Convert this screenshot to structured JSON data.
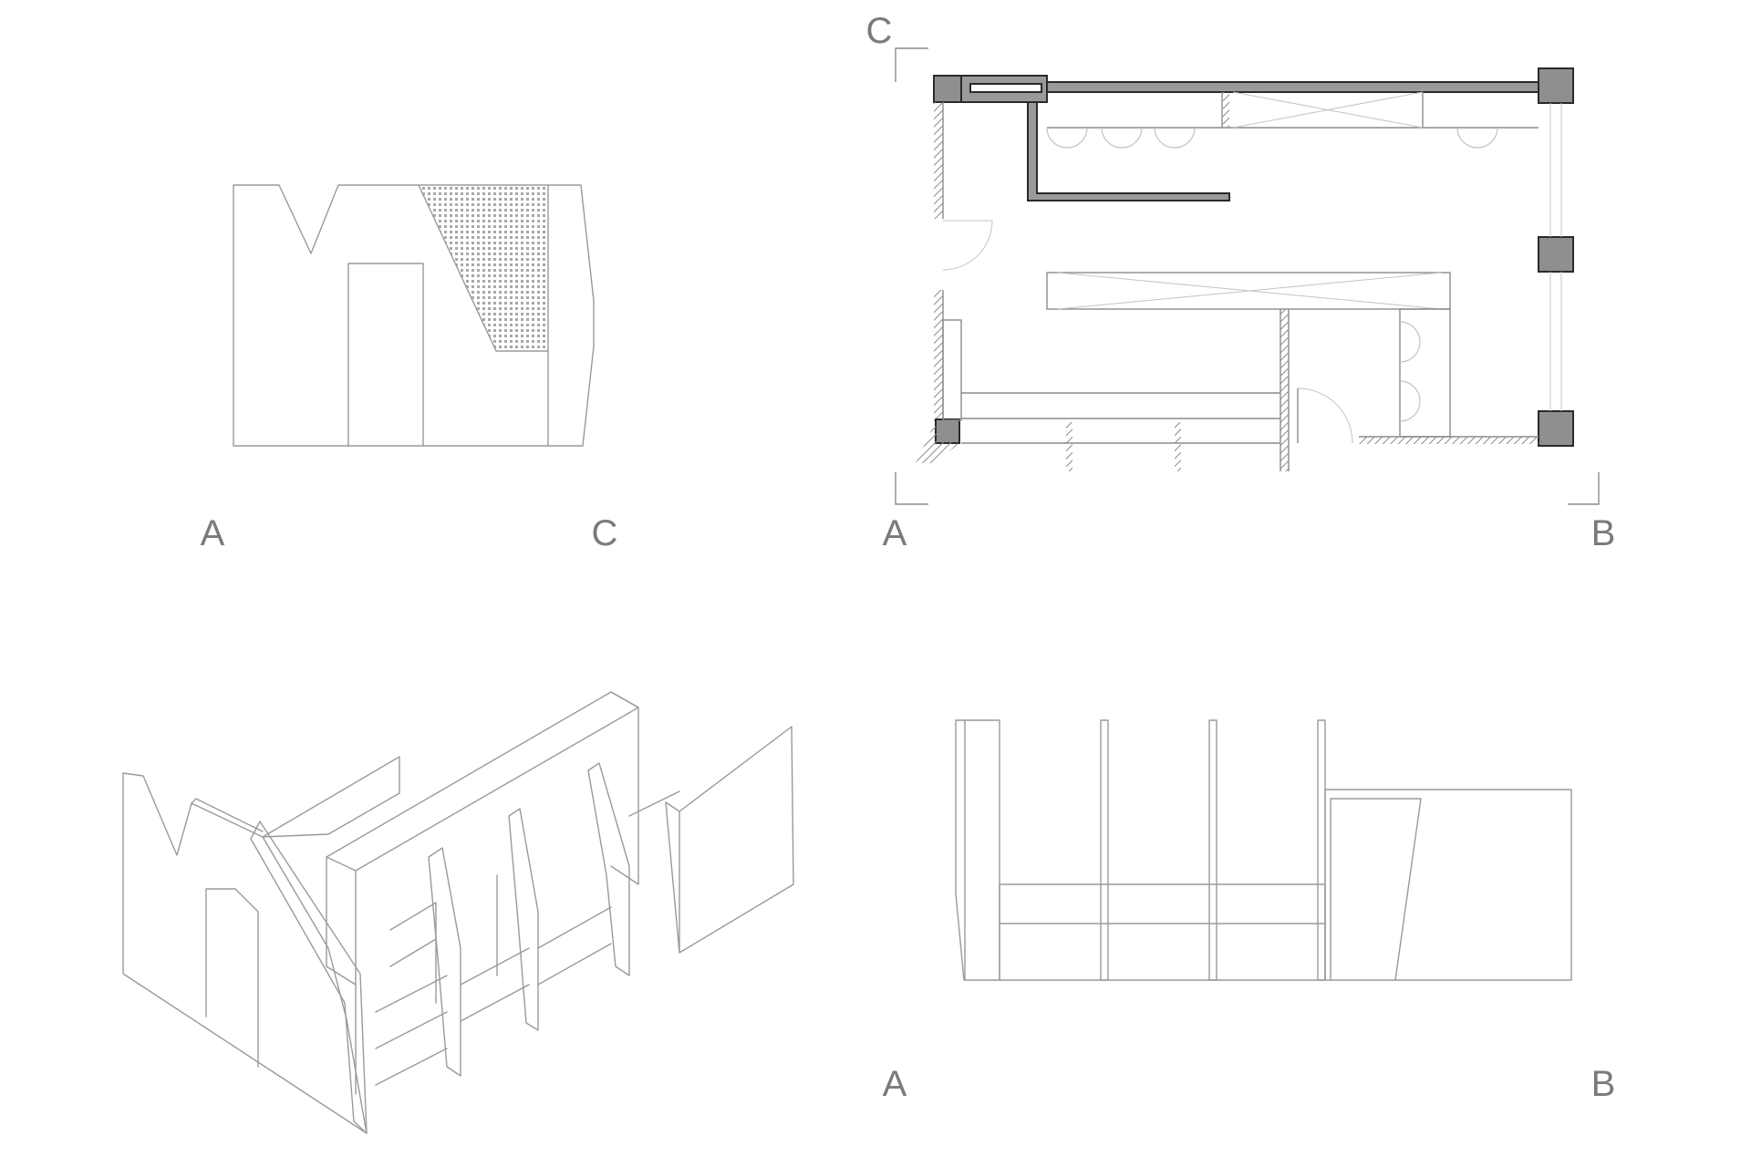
{
  "labels": {
    "elev_ac_left": "A",
    "elev_ac_right": "C",
    "plan_c": "C",
    "plan_a": "A",
    "plan_b": "B",
    "elev_ab_left": "A",
    "elev_ab_right": "B"
  },
  "colors": {
    "line": "#9a9a9a",
    "label": "#7a7a7a",
    "solid_fill": "#8f8f8f",
    "outline": "#2a2a2a",
    "background": "#ffffff"
  }
}
